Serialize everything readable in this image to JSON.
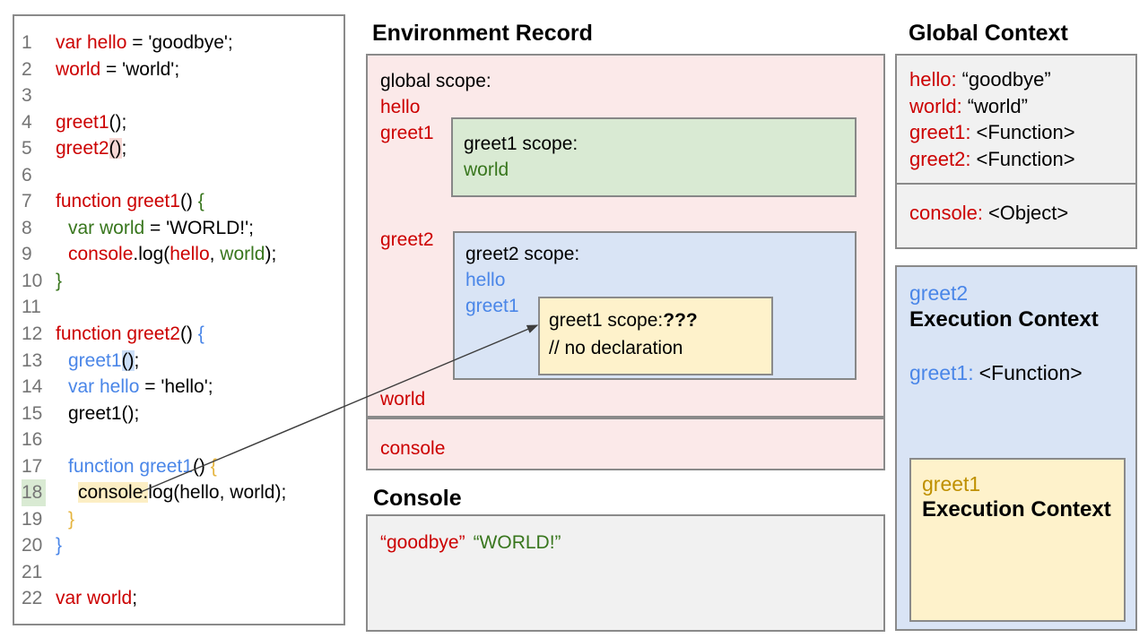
{
  "colors": {
    "code_red": "#cc0000",
    "code_green": "#38761d",
    "code_blue": "#4a86e8",
    "code_gold": "#e5b43e",
    "gold_dark": "#bf9000",
    "line_number_gray": "#757575",
    "pink_fill": "#fbe9e9",
    "green_fill": "#d9ead3",
    "blue_fill": "#d9e4f5",
    "yellow_fill": "#fef2cb",
    "gray_fill": "#f1f1f1",
    "box_border": "#8a8a8a",
    "highlight_pink": "#f6d7d4",
    "highlight_blue": "#cbdef7",
    "highlight_yellow": "#fceec4",
    "highlight_green": "#d9ead3"
  },
  "code_panel": {
    "lines": [
      {
        "n": "1",
        "indent": 0,
        "segs": [
          {
            "t": "var hello",
            "c": "red"
          },
          {
            "t": " = 'goodbye';",
            "c": "black"
          }
        ]
      },
      {
        "n": "2",
        "indent": 0,
        "segs": [
          {
            "t": "world",
            "c": "red"
          },
          {
            "t": " = 'world';",
            "c": "black"
          }
        ]
      },
      {
        "n": "3",
        "indent": 0,
        "segs": []
      },
      {
        "n": "4",
        "indent": 0,
        "segs": [
          {
            "t": "greet1",
            "c": "red"
          },
          {
            "t": "();",
            "c": "black"
          }
        ]
      },
      {
        "n": "5",
        "indent": 0,
        "segs": [
          {
            "t": "greet2",
            "c": "red"
          },
          {
            "t": "()",
            "c": "black",
            "hl": "pink"
          },
          {
            "t": ";",
            "c": "black"
          }
        ]
      },
      {
        "n": "6",
        "indent": 0,
        "segs": []
      },
      {
        "n": "7",
        "indent": 0,
        "segs": [
          {
            "t": "function greet1",
            "c": "red"
          },
          {
            "t": "() ",
            "c": "black"
          },
          {
            "t": "{",
            "c": "green"
          }
        ]
      },
      {
        "n": "8",
        "indent": 1,
        "segs": [
          {
            "t": "var world",
            "c": "green"
          },
          {
            "t": " = 'WORLD!';",
            "c": "black"
          }
        ]
      },
      {
        "n": "9",
        "indent": 1,
        "segs": [
          {
            "t": "console",
            "c": "red"
          },
          {
            "t": ".log(",
            "c": "black"
          },
          {
            "t": "hello",
            "c": "red"
          },
          {
            "t": ", ",
            "c": "black"
          },
          {
            "t": "world",
            "c": "green"
          },
          {
            "t": ");",
            "c": "black"
          }
        ]
      },
      {
        "n": "10",
        "indent": 0,
        "segs": [
          {
            "t": "}",
            "c": "green"
          }
        ]
      },
      {
        "n": "11",
        "indent": 0,
        "segs": []
      },
      {
        "n": "12",
        "indent": 0,
        "segs": [
          {
            "t": "function greet2",
            "c": "red"
          },
          {
            "t": "() ",
            "c": "black"
          },
          {
            "t": "{",
            "c": "blue"
          }
        ]
      },
      {
        "n": "13",
        "indent": 1,
        "segs": [
          {
            "t": "greet1",
            "c": "blue"
          },
          {
            "t": "()",
            "c": "black",
            "hl": "blue"
          },
          {
            "t": ";",
            "c": "black"
          }
        ]
      },
      {
        "n": "14",
        "indent": 1,
        "segs": [
          {
            "t": "var hello",
            "c": "blue"
          },
          {
            "t": " = 'hello';",
            "c": "black"
          }
        ]
      },
      {
        "n": "15",
        "indent": 1,
        "segs": [
          {
            "t": "greet1();",
            "c": "black"
          }
        ]
      },
      {
        "n": "16",
        "indent": 0,
        "segs": []
      },
      {
        "n": "17",
        "indent": 1,
        "segs": [
          {
            "t": "function greet1",
            "c": "blue"
          },
          {
            "t": "() ",
            "c": "black"
          },
          {
            "t": "{",
            "c": "gold"
          }
        ]
      },
      {
        "n": "18",
        "indent": 2,
        "num_hl": "green",
        "segs": [
          {
            "t": "console.",
            "c": "black",
            "hl": "yellow"
          },
          {
            "t": "log(hello, world);",
            "c": "black"
          }
        ]
      },
      {
        "n": "19",
        "indent": 1,
        "segs": [
          {
            "t": "}",
            "c": "gold"
          }
        ]
      },
      {
        "n": "20",
        "indent": 0,
        "segs": [
          {
            "t": "}",
            "c": "blue"
          }
        ]
      },
      {
        "n": "21",
        "indent": 0,
        "segs": []
      },
      {
        "n": "22",
        "indent": 0,
        "segs": [
          {
            "t": "var world",
            "c": "red"
          },
          {
            "t": ";",
            "c": "black"
          }
        ]
      }
    ]
  },
  "environment_record": {
    "title": "Environment Record",
    "global_scope_label": "global scope:",
    "global_vars": [
      "hello",
      "greet1"
    ],
    "greet2_var": "greet2",
    "world_var": "world",
    "console_var": "console",
    "greet1_scope": {
      "label": "greet1 scope:",
      "var1": "world"
    },
    "greet2_scope": {
      "label": "greet2 scope:",
      "var1": "hello",
      "var2": "greet1"
    },
    "greet1_inner": {
      "label": "greet1 scope:",
      "question": "???",
      "comment": "// no declaration"
    }
  },
  "console_panel": {
    "title": "Console",
    "output1": "“goodbye”",
    "output2": "“WORLD!”"
  },
  "global_context": {
    "title": "Global Context",
    "entries": [
      {
        "name": "hello:",
        "value": "“goodbye”"
      },
      {
        "name": "world:",
        "value": "“world”"
      },
      {
        "name": "greet1:",
        "value": "<Function>"
      },
      {
        "name": "greet2:",
        "value": "<Function>"
      }
    ],
    "console_entry": {
      "name": "console:",
      "value": "<Object>"
    }
  },
  "greet2_context": {
    "name": "greet2",
    "title": "Execution Context",
    "entry_name": "greet1:",
    "entry_value": "<Function>"
  },
  "greet1_context": {
    "name": "greet1",
    "title": "Execution Context"
  }
}
